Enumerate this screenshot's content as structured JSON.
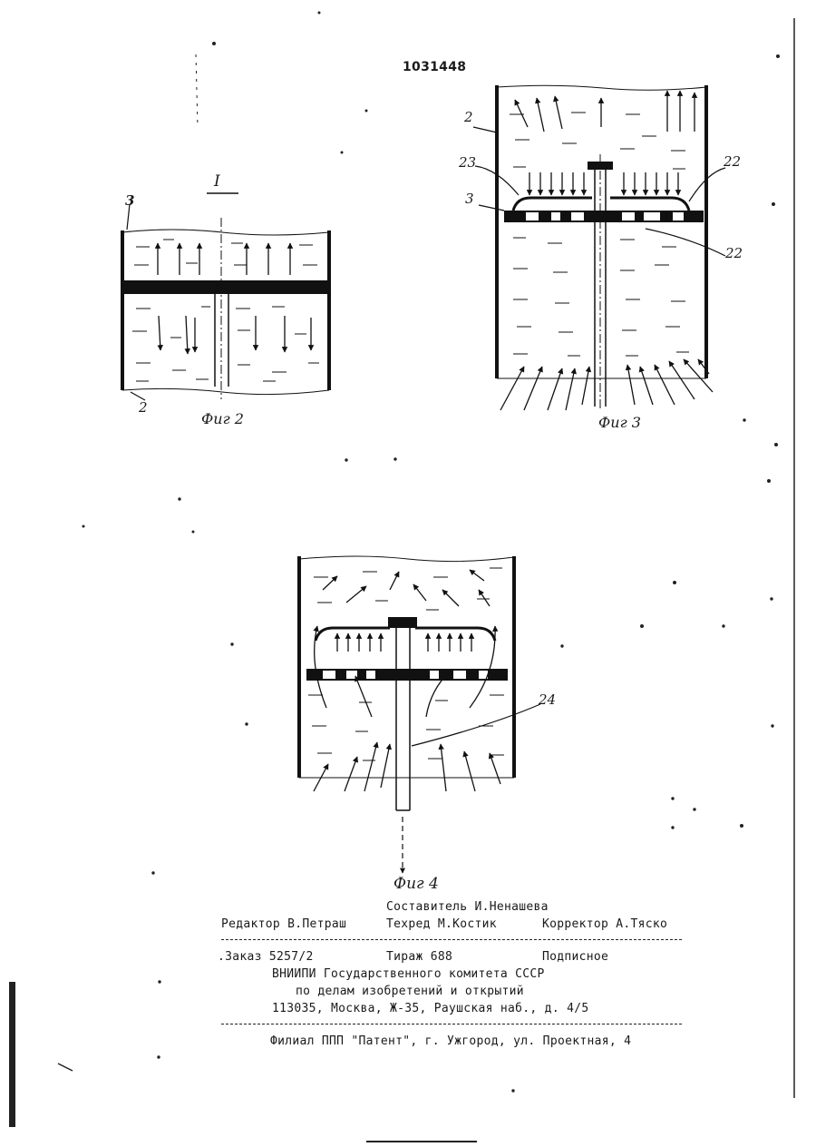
{
  "header": {
    "patent_number": "1031448"
  },
  "figures": {
    "fig2": {
      "detail_mark": "I",
      "caption": "Фиг 2",
      "labels": [
        "3",
        "2"
      ]
    },
    "fig3": {
      "caption": "Фиг 3",
      "labels": [
        "2",
        "23",
        "3",
        "22",
        "22"
      ]
    },
    "fig4": {
      "caption": "Фиг 4",
      "labels": [
        "24"
      ]
    }
  },
  "imprint": {
    "compiler": "Составитель И.Ненашева",
    "editor": "Редактор В.Петраш",
    "techred": "Техред М.Костик",
    "corrector": "Корректор А.Тяско",
    "order": ".Заказ 5257/2",
    "print_run": "Тираж 688",
    "subscription": "Подписное",
    "org_line1": "ВНИИПИ Государственного комитета СССР",
    "org_line2": "по делам изобретений и открытий",
    "address": "113035, Москва, Ж-35, Раушская наб., д. 4/5",
    "branch": "Филиал ППП \"Патент\", г. Ужгород, ул. Проектная, 4"
  }
}
